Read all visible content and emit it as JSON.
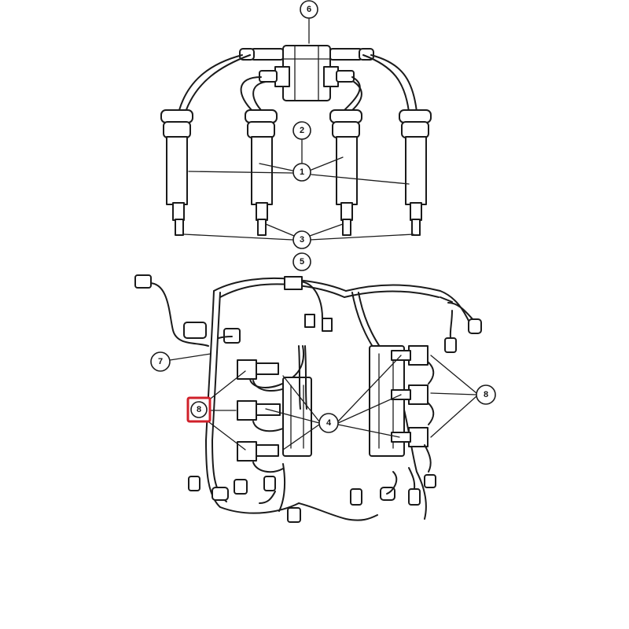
{
  "colors": {
    "line": "#1a1a1a",
    "highlight": "#d0202a",
    "background": "#ffffff"
  },
  "callouts": {
    "top_connector": "6",
    "spark_plug_wire": "2",
    "ignition_coil": "1",
    "boot_lower": "3",
    "spark_plug": "5",
    "harness_left": "7",
    "coil_highlighted": "8",
    "connectors_center": "4",
    "coil_right": "8"
  }
}
